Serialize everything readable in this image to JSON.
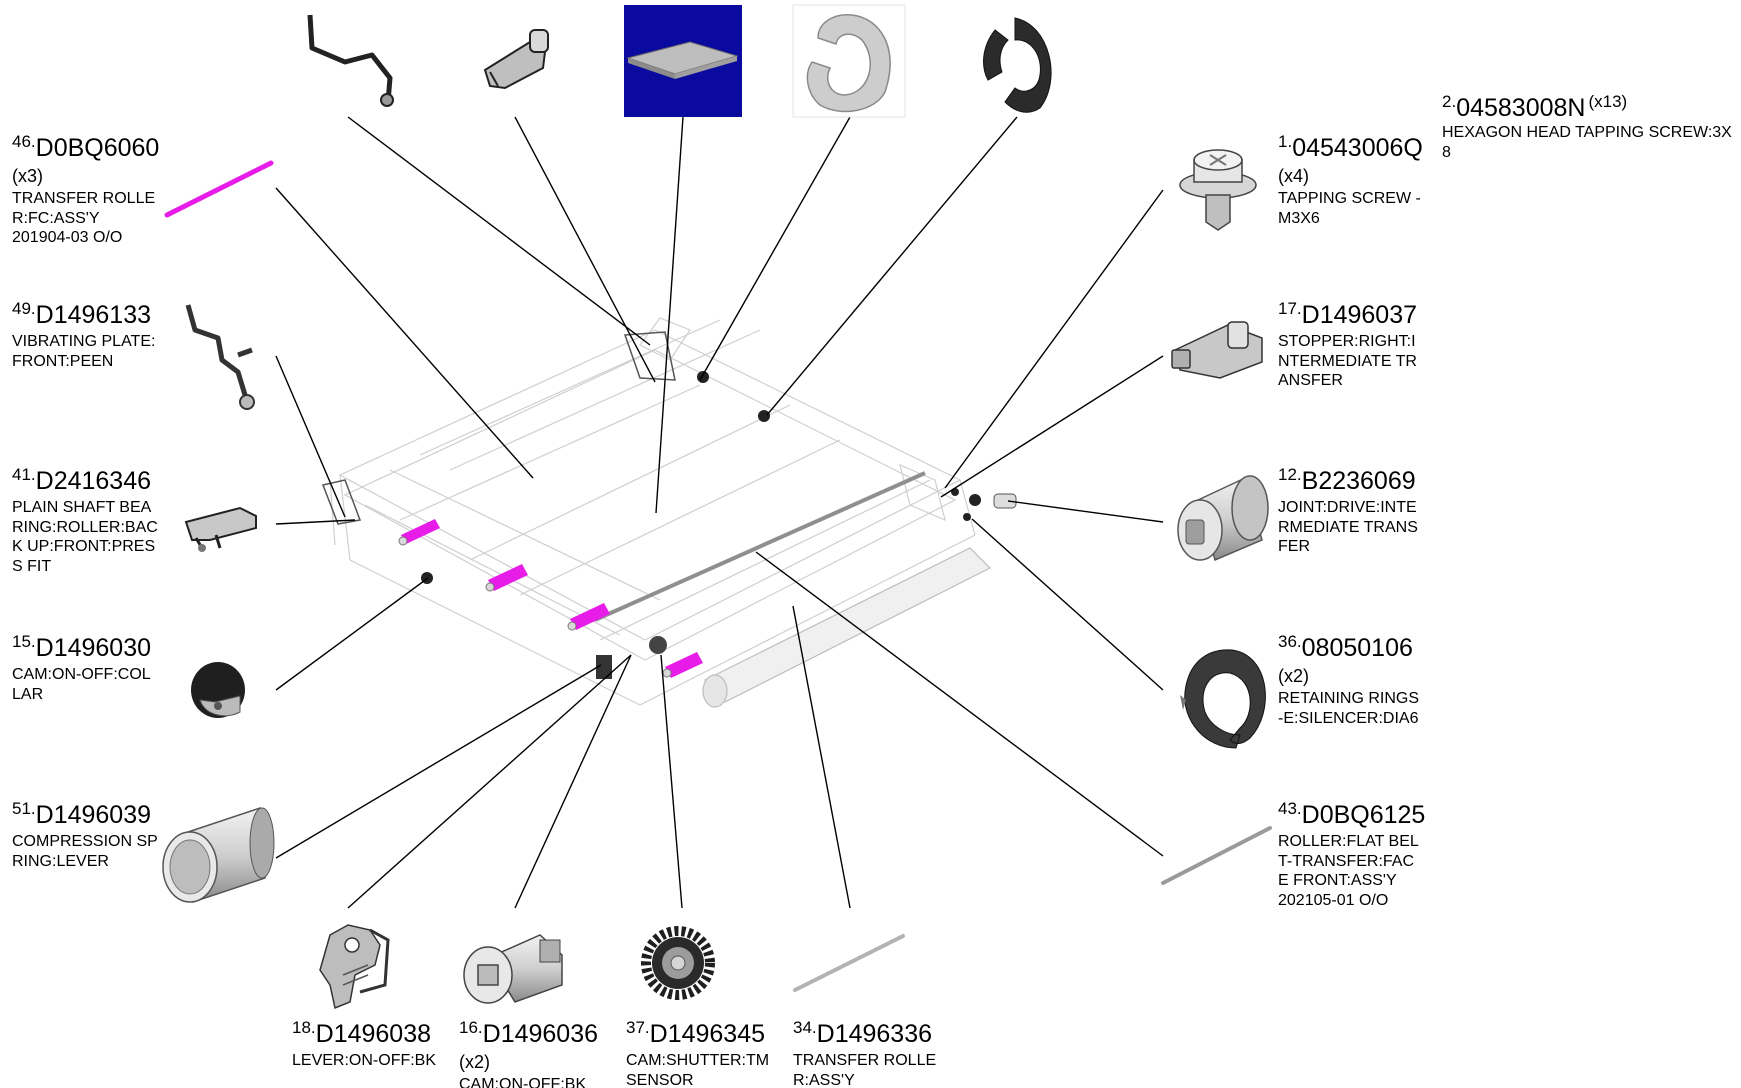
{
  "callouts": [
    {
      "num": "2.",
      "code": "04583008N",
      "qty": "(x13)",
      "desc": "HEXAGON HEAD TAPPING SCREW:3X\n8"
    },
    {
      "num": "46.",
      "code": "D0BQ6060",
      "qty": "(x3)",
      "desc": "TRANSFER ROLLE\nR:FC:ASS'Y\n201904-03 O/O"
    },
    {
      "num": "1.",
      "code": "04543006Q",
      "qty": "(x4)",
      "desc": "TAPPING SCREW -\n M3X6"
    },
    {
      "num": "49.",
      "code": "D1496133",
      "qty": "",
      "desc": "VIBRATING PLATE:\nFRONT:PEEN"
    },
    {
      "num": "17.",
      "code": "D1496037",
      "qty": "",
      "desc": "STOPPER:RIGHT:I\nNTERMEDIATE TR\nANSFER"
    },
    {
      "num": "41.",
      "code": "D2416346",
      "qty": "",
      "desc": "PLAIN SHAFT BEA\nRING:ROLLER:BAC\nK UP:FRONT:PRES\nS FIT"
    },
    {
      "num": "12.",
      "code": "B2236069",
      "qty": "",
      "desc": "JOINT:DRIVE:INTE\nRMEDIATE TRANS\nFER"
    },
    {
      "num": "15.",
      "code": "D1496030",
      "qty": "",
      "desc": "CAM:ON-OFF:COL\nLAR"
    },
    {
      "num": "36.",
      "code": "08050106",
      "qty": "(x2)",
      "desc": "RETAINING RINGS\n-E:SILENCER:DIA6"
    },
    {
      "num": "51.",
      "code": "D1496039",
      "qty": "",
      "desc": "COMPRESSION SP\nRING:LEVER"
    },
    {
      "num": "43.",
      "code": "D0BQ6125",
      "qty": "",
      "desc": "ROLLER:FLAT BEL\nT-TRANSFER:FAC\nE FRONT:ASS'Y\n202105-01 O/O"
    },
    {
      "num": "18.",
      "code": "D1496038",
      "qty": "",
      "desc": "LEVER:ON-OFF:BK"
    },
    {
      "num": "16.",
      "code": "D1496036",
      "qty": "(x2)",
      "desc": "CAM:ON-OFF:BK"
    },
    {
      "num": "37.",
      "code": "D1496345",
      "qty": "",
      "desc": "CAM:SHUTTER:TM\n SENSOR"
    },
    {
      "num": "34.",
      "code": "D1496336",
      "qty": "",
      "desc": "TRANSFER ROLLE\nR:ASS'Y"
    }
  ],
  "colors": {
    "leader": "#000000",
    "highlight": "#e81ce8",
    "part_gray": "#9a9a9a",
    "thumb_blue": "#0a0a9e"
  }
}
